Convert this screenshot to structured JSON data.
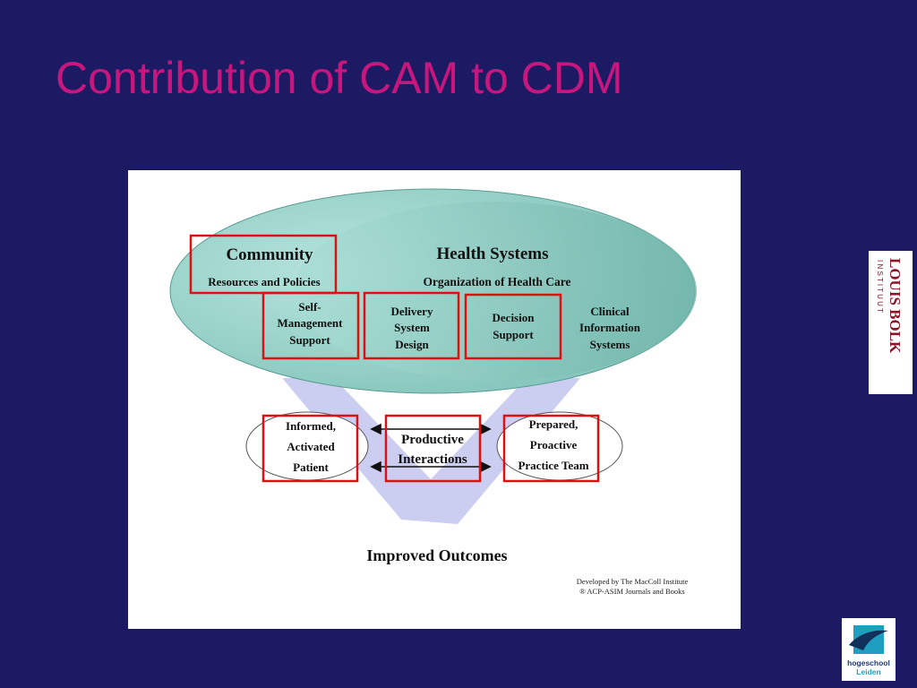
{
  "slide": {
    "title": "Contribution of CAM to CDM"
  },
  "diagram": {
    "community": {
      "title": "Community",
      "subtitle": "Resources and Policies"
    },
    "health_systems": {
      "title": "Health Systems",
      "subtitle": "Organization of Health Care"
    },
    "self_management": [
      "Self-",
      "Management",
      "Support"
    ],
    "delivery_system": [
      "Delivery",
      "System",
      "Design"
    ],
    "decision_support": [
      "Decision",
      "Support"
    ],
    "clinical_info": [
      "Clinical",
      "Information",
      "Systems"
    ],
    "informed_patient": [
      "Informed,",
      "Activated",
      "Patient"
    ],
    "productive_interactions": [
      "Productive",
      "Interactions"
    ],
    "prepared_team": [
      "Prepared,",
      "Proactive",
      "Practice Team"
    ],
    "outcome": "Improved Outcomes",
    "credit": [
      "Developed by The MacColl Institute",
      "® ACP-ASIM Journals and Books"
    ],
    "colors": {
      "ellipse": "#9fd6cf",
      "highlight": "#e01010",
      "arrow": "#c5c9ee"
    }
  },
  "logos": {
    "louis_bolk": {
      "name": "LOUIS BOLK",
      "sub": "I N S T I T U U T"
    },
    "hogeschool": {
      "line1": "hogeschool",
      "line2": "Leiden"
    }
  }
}
